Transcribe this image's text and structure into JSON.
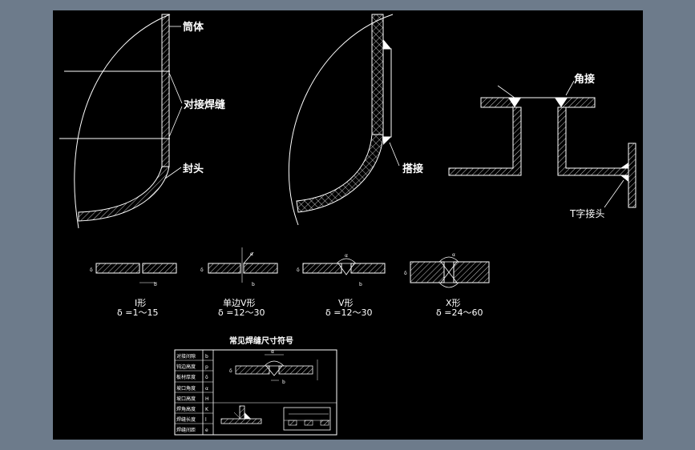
{
  "labels": {
    "shell": "筒体",
    "butt_weld": "对接焊缝",
    "head": "封头",
    "lap": "搭接",
    "corner": "角接",
    "t_joint": "T字接头"
  },
  "grooves": [
    {
      "name": "I形",
      "range": "δ =1～15"
    },
    {
      "name": "单边V形",
      "range": "δ =12～30"
    },
    {
      "name": "V形",
      "range": "δ =12～30"
    },
    {
      "name": "X形",
      "range": "δ =24～60"
    }
  ],
  "dim_letters": {
    "b": "b",
    "alpha": "α",
    "delta": "δ",
    "p": "p"
  },
  "table": {
    "title": "常见焊缝尺寸符号",
    "rows": [
      {
        "name": "对接间隙",
        "sym": "b"
      },
      {
        "name": "钝边高度",
        "sym": "p"
      },
      {
        "name": "板材厚度",
        "sym": "δ"
      },
      {
        "name": "坡口角度",
        "sym": "α"
      },
      {
        "name": "坡口高度",
        "sym": "H"
      },
      {
        "name": "焊角高度",
        "sym": "K"
      },
      {
        "name": "焊缝长度",
        "sym": "l"
      },
      {
        "name": "焊缝间距",
        "sym": "e"
      }
    ]
  },
  "colors": {
    "background": "#6d7b8b",
    "canvas": "#000000",
    "line": "#ffffff"
  }
}
